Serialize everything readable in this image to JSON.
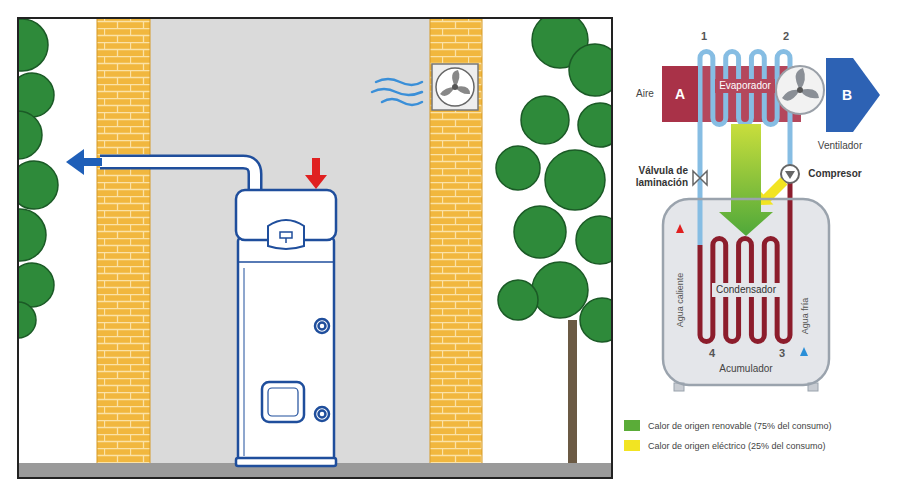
{
  "diagram": {
    "nodes": [
      {
        "text": [
          "A"
        ]
      },
      {
        "text": [
          "Evaporador"
        ]
      },
      {
        "text": [
          "B"
        ]
      },
      {
        "text": [
          "Acumulador"
        ]
      },
      {
        "text": [
          "Condensador"
        ],
        "in": 3
      }
    ],
    "edges": [
      {
        "from": 1,
        "to": 4,
        "arrow": "to"
      }
    ],
    "labels": [
      "Aire",
      "1",
      "2",
      "Ventilador",
      "Válvula de laminación",
      "Compresor",
      "Agua caliente",
      "Agua fría",
      "4",
      "3"
    ],
    "legend": [
      {
        "text": "Calor de origen renovable (75% del consumo)",
        "color": "#5aac38"
      },
      {
        "text": "Calor de origen eléctrico (25% del consumo)",
        "color": "#f2e422"
      }
    ]
  }
}
